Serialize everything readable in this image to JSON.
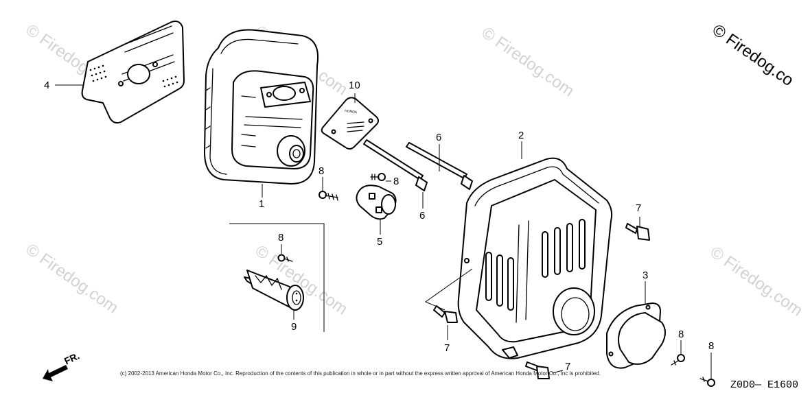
{
  "watermarks": {
    "text_small": "© Firedog.com",
    "text_corner": "© Firedog.co"
  },
  "callouts": [
    "1",
    "2",
    "3",
    "4",
    "5",
    "6",
    "6",
    "7",
    "7",
    "7",
    "8",
    "8",
    "8",
    "8",
    "8",
    "9",
    "10"
  ],
  "part_stamp": "HONDA",
  "front_indicator": "FR.",
  "copyright": "(c) 2002-2013 American Honda Motor Co., Inc. Reproduction of the contents of this publication in whole or in part without the express written approval of American Honda Motor Co., Inc is prohibited.",
  "diagram_code": "Z0D0— E1600",
  "colors": {
    "line": "#000000",
    "watermark": "#d2d2d2",
    "background": "#ffffff"
  }
}
